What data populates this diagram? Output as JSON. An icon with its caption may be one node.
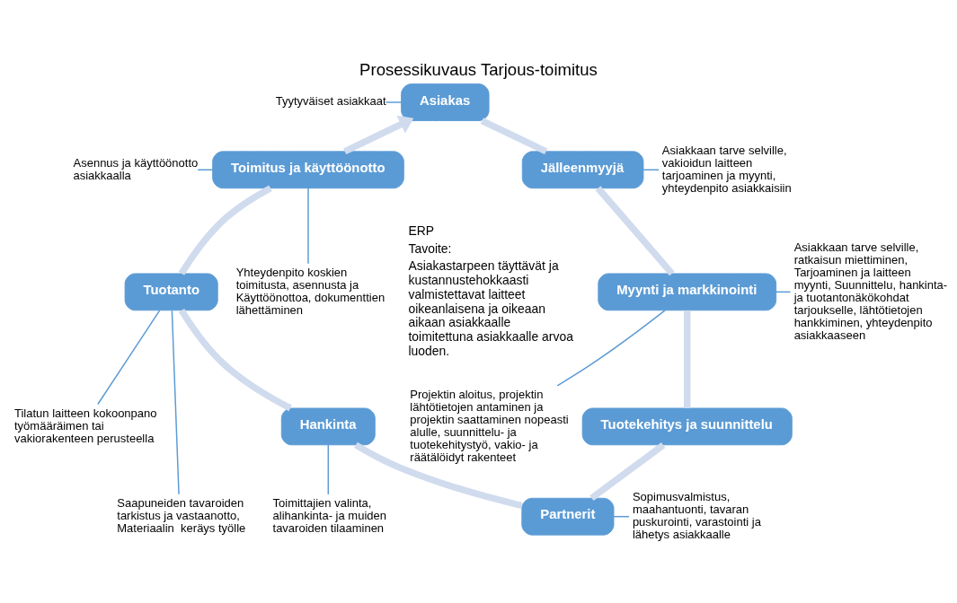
{
  "diagram": {
    "title": "Prosessikuvaus Tarjous-toimitus",
    "nodes": [
      {
        "text": [
          "Tyytyväiset asiakkaat"
        ]
      },
      {
        "text": [
          "Asiakas"
        ]
      },
      {
        "text": [
          "Asiakkaan tarve selville, vakioidun laitteen  tarjoaminen ja myynti, yhteydenpito asiakkaisiin"
        ]
      },
      {
        "text": [
          "Asennus ja käyttöönotto asiakkaalla"
        ]
      },
      {
        "text": [
          "Toimitus ja käyttöönotto"
        ]
      },
      {
        "text": [
          "Jälleenmyyjä"
        ]
      },
      {
        "text": [
          "Asiakkaan tarve selville, ratkaisun miettiminen, Tarjoaminen ja laitteen myynti, Suunnittelu, hankinta- ja tuotantonäkökohdat  tarjoukselle, lähtötietojen hankkiminen, yhteydenpito asiakkaaseen"
        ]
      },
      {
        "text": [
          "Yhteydenpito koskien toimitusta, asennusta ja Käyttöönottoa, dokumenttien lähettäminen"
        ]
      },
      {
        "text": [
          "Myynti ja markkinointi"
        ]
      },
      {
        "text": [
          "Tuotanto"
        ]
      },
      {
        "text": [
          "Tuotekehitys ja suunnittelu"
        ]
      },
      {
        "text": [
          "Projektin aloitus, projektin lähtötietojen antaminen ja projektin saattaminen nopeasti alulle, suunnittelu- ja tuotekehitystyö, vakio- ja räätälöidyt rakenteet"
        ]
      },
      {
        "text": [
          "Tilatun laitteen kokoonpano työmääräimen tai vakiorakenteen perusteella"
        ]
      },
      {
        "text": [
          "Hankinta"
        ]
      },
      {
        "text": [
          "Partnerit"
        ]
      },
      {
        "text": [
          "Saapuneiden tavaroiden tarkistus ja vastaanotto, Materiaalin  keräys työlle"
        ]
      },
      {
        "text": [
          "Toimittajien valinta, alihankinta- ja muiden tavaroiden tilaaminen"
        ]
      },
      {
        "text": [
          "Sopimusvalmistus,  maahantuonti, tavaran puskurointi, varastointi ja lähetys asiakkaalle"
        ]
      }
    ],
    "edges": [
      {
        "from": 1,
        "to": 5,
        "arrow": "none",
        "style": "thick",
        "color": "#d0dbee"
      },
      {
        "from": 5,
        "to": 8,
        "arrow": "none",
        "style": "thick",
        "color": "#d0dbee"
      },
      {
        "from": 8,
        "to": 10,
        "arrow": "none",
        "style": "thick",
        "color": "#d0dbee"
      },
      {
        "from": 10,
        "to": 14,
        "arrow": "none",
        "style": "thick",
        "color": "#d0dbee"
      },
      {
        "from": 14,
        "to": 13,
        "arrow": "none",
        "style": "thick",
        "color": "#d0dbee"
      },
      {
        "from": 13,
        "to": 9,
        "arrow": "none",
        "style": "thick",
        "color": "#d0dbee"
      },
      {
        "from": 9,
        "to": 4,
        "arrow": "none",
        "style": "thick",
        "color": "#d0dbee"
      },
      {
        "from": 4,
        "to": 1,
        "arrow": "to",
        "style": "thick",
        "color": "#d0dbee"
      },
      {
        "from": 0,
        "to": 1,
        "arrow": "none"
      },
      {
        "from": 5,
        "to": 2,
        "arrow": "none"
      },
      {
        "from": 3,
        "to": 4,
        "arrow": "none"
      },
      {
        "from": 8,
        "to": 6,
        "arrow": "none"
      },
      {
        "from": 7,
        "to": 4,
        "arrow": "none"
      },
      {
        "from": 8,
        "to": 11,
        "arrow": "none"
      },
      {
        "from": 12,
        "to": 9,
        "arrow": "none"
      },
      {
        "from": 15,
        "to": 9,
        "arrow": "none"
      },
      {
        "from": 16,
        "to": 13,
        "arrow": "none"
      },
      {
        "from": 14,
        "to": 17,
        "arrow": "none"
      }
    ],
    "labels": [
      "ERP",
      "Tavoite:",
      "Asiakastarpeen täyttävät ja kustannustehokkaasti valmistettavat laitteet oikeanlaisena ja oikeaan aikaan asiakkaalle toimitettuna asiakkaalle arvoa luoden."
    ]
  }
}
